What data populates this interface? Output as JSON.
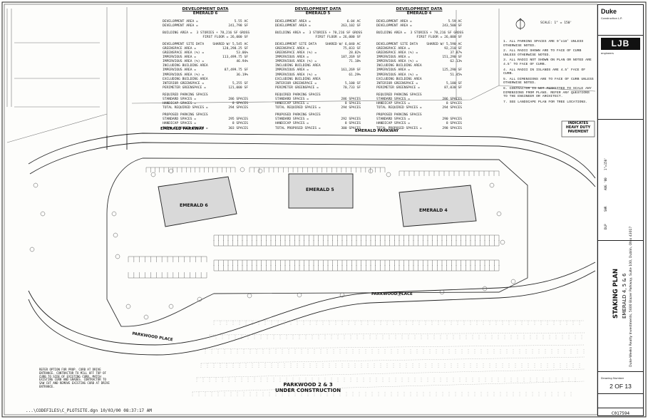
{
  "development_data": [
    {
      "title": "DEVELOPMENT DATA",
      "building": "EMERALD 6",
      "lines": [
        [
          "DEVELOPMENT AREA =",
          "5.55 AC"
        ],
        [
          "DEVELOPMENT AREA =",
          "241,798 SF"
        ],
        [
          "",
          ""
        ],
        [
          "BUILDING AREA =",
          "3 STORIES + 78,216 SF GROSS"
        ],
        [
          "",
          "FIRST FLOOR = 26,000 SF"
        ],
        [
          "",
          ""
        ],
        [
          "DEVELOPMENT SITE DATA",
          "SHARED W/ 5,545 AC"
        ],
        [
          "GREENSPACE AREA =",
          "128,298.25 SF"
        ],
        [
          "GREENSPACE AREA (%) =",
          "53.06%"
        ],
        [
          "IMPERVIOUS AREA =",
          "113,499.75 SF"
        ],
        [
          "IMPERVIOUS AREA (%) =",
          "46.94%"
        ],
        [
          "  INCLUDING BUILDING AREA",
          ""
        ],
        [
          "IMPERVIOUS AREA =",
          "87,499.75 SF"
        ],
        [
          "IMPERVIOUS AREA (%) =",
          "36.19%"
        ],
        [
          "  EXCLUDING BUILDING AREA",
          ""
        ],
        [
          "INTERIOR GREENSPACE =",
          "5,255 SF"
        ],
        [
          "PERIMETER GREENSPACE =",
          "121,000 SF"
        ],
        [
          "",
          ""
        ],
        [
          "REQUIRED PARKING SPACES",
          ""
        ],
        [
          "STANDARD SPACES =",
          "286 SPACES"
        ],
        [
          "HANDICAP SPACES =",
          "8 SPACES"
        ],
        [
          "TOTAL REQUIRED SPACES =",
          "294 SPACES"
        ],
        [
          "",
          ""
        ],
        [
          "PROPOSED PARKING SPACES",
          ""
        ],
        [
          "STANDARD SPACES =",
          "295 SPACES"
        ],
        [
          "HANDICAP SPACES =",
          "8 SPACES"
        ],
        [
          "TOTAL PROPOSED SPACES =",
          "303 SPACES"
        ]
      ]
    },
    {
      "title": "DEVELOPMENT DATA",
      "building": "EMERALD 5",
      "lines": [
        [
          "DEVELOPMENT AREA =",
          "6.04 AC"
        ],
        [
          "DEVELOPMENT AREA =",
          "263,102 SF"
        ],
        [
          "",
          ""
        ],
        [
          "BUILDING AREA =",
          "3 STORIES + 78,216 SF GROSS"
        ],
        [
          "",
          "FIRST FLOOR = 26,000 SF"
        ],
        [
          "",
          ""
        ],
        [
          "DEVELOPMENT SITE DATA",
          "SHARED W/ 6,040 AC"
        ],
        [
          "GREENSPACE AREA =",
          "75,833 SF"
        ],
        [
          "GREENSPACE AREA (%) =",
          "28.82%"
        ],
        [
          "IMPERVIOUS AREA =",
          "187,269 SF"
        ],
        [
          "IMPERVIOUS AREA (%) =",
          "71.18%"
        ],
        [
          "  INCLUDING BUILDING AREA",
          ""
        ],
        [
          "IMPERVIOUS AREA =",
          "161,269 SF"
        ],
        [
          "IMPERVIOUS AREA (%) =",
          "61.29%"
        ],
        [
          "  EXCLUDING BUILDING AREA",
          ""
        ],
        [
          "INTERIOR GREENSPACE =",
          "5,100 SF"
        ],
        [
          "PERIMETER GREENSPACE =",
          "70,733 SF"
        ],
        [
          "",
          ""
        ],
        [
          "REQUIRED PARKING SPACES",
          ""
        ],
        [
          "STANDARD SPACES =",
          "286 SPACES"
        ],
        [
          "HANDICAP SPACES =",
          "8 SPACES"
        ],
        [
          "TOTAL REQUIRED SPACES =",
          "294 SPACES"
        ],
        [
          "",
          ""
        ],
        [
          "PROPOSED PARKING SPACES",
          ""
        ],
        [
          "STANDARD SPACES =",
          "292 SPACES"
        ],
        [
          "HANDICAP SPACES =",
          "8 SPACES"
        ],
        [
          "TOTAL PROPOSED SPACES =",
          "300 SPACES"
        ]
      ]
    },
    {
      "title": "DEVELOPMENT DATA",
      "building": "EMERALD 4",
      "lines": [
        [
          "DEVELOPMENT AREA =",
          "5.59 AC"
        ],
        [
          "DEVELOPMENT AREA =",
          "243,500 SF"
        ],
        [
          "",
          ""
        ],
        [
          "BUILDING AREA =",
          "3 STORIES + 78,216 SF GROSS"
        ],
        [
          "",
          "FIRST FLOOR = 26,000 SF"
        ],
        [
          "",
          ""
        ],
        [
          "DEVELOPMENT SITE DATA",
          "SHARED W/ 5,590 AC"
        ],
        [
          "GREENSPACE AREA =",
          "92,210 SF"
        ],
        [
          "GREENSPACE AREA (%) =",
          "37.87%"
        ],
        [
          "IMPERVIOUS AREA =",
          "151,290 SF"
        ],
        [
          "IMPERVIOUS AREA (%) =",
          "62.13%"
        ],
        [
          "  INCLUDING BUILDING AREA",
          ""
        ],
        [
          "IMPERVIOUS AREA =",
          "125,290 SF"
        ],
        [
          "IMPERVIOUS AREA (%) =",
          "51.45%"
        ],
        [
          "  EXCLUDING BUILDING AREA",
          ""
        ],
        [
          "INTERIOR GREENSPACE =",
          "5,180 SF"
        ],
        [
          "PERIMETER GREENSPACE =",
          "87,030 SF"
        ],
        [
          "",
          ""
        ],
        [
          "REQUIRED PARKING SPACES",
          ""
        ],
        [
          "STANDARD SPACES =",
          "286 SPACES"
        ],
        [
          "HANDICAP SPACES =",
          "8 SPACES"
        ],
        [
          "TOTAL REQUIRED SPACES =",
          "294 SPACES"
        ],
        [
          "",
          ""
        ],
        [
          "PROPOSED PARKING SPACES",
          ""
        ],
        [
          "STANDARD SPACES =",
          "290 SPACES"
        ],
        [
          "HANDICAP SPACES =",
          "8 SPACES"
        ],
        [
          "TOTAL PROPOSED SPACES =",
          "298 SPACES"
        ]
      ]
    }
  ],
  "scale": "SCALE: 1\" = 150'",
  "notes": [
    "1. ALL PARKING SPACES ARE 9'x18' UNLESS OTHERWISE NOTED.",
    "2. ALL RADII SHOWN ARE TO FACE OF CURB UNLESS OTHERWISE NOTED.",
    "3. ALL RADII NOT SHOWN ON PLAN OR NOTED ARE 4.5' TO FACE OF CURB.",
    "4. ALL RADII IN ISLANDS ARE 4.5' FACE OF CURB.",
    "5. ALL DIMENSIONS ARE TO FACE OF CURB UNLESS OTHERWISE NOTED.",
    "6. CONTRACTOR IS NOT PERMITTED TO SCALE ANY DIMENSIONS FROM PLANS. REFER ANY QUESTIONS TO THE ENGINEER OR ARCHITECT.",
    "7. SEE LANDSCAPE PLAN FOR TREE LOCATIONS."
  ],
  "legend_heavy": "INDICATES HEAVY DUTY PAVEMENT",
  "labels": {
    "parkway_1": "EMERALD PARKWAY",
    "parkway_2": "EMERALD PARKWAY",
    "parkwood_place_1": "PARKWOOD PLACE",
    "parkwood_place_2": "PARKWOOD PLACE",
    "emerald_6": "EMERALD 6",
    "emerald_5": "EMERALD 5",
    "emerald_4": "EMERALD 4",
    "under_1": "PARKWOOD 2 & 3",
    "under_2": "UNDER CONSTRUCTION"
  },
  "left_note": "REFER OPTION FOR PROP. CURB AT DRIVE ENTRANCE. CONTRACTOR TO MILL OFF TOP OF CURB TO SIDE OF EXISTING CURB, MATCH EXISTING CURB AND GRADES. CONTRACTOR TO SAW CUT AND REMOVE EXISTING CURB AT DRIVE ENTRANCE.",
  "footer": "...\\CODEFILES\\C_PLOTSITE.dgn   10/03/00 08:37:17 AM",
  "title_block": {
    "duke": "Duke",
    "duke_sub": "Construction L.P.",
    "ljb": "LJB",
    "ljb_sub": "engineers",
    "client": "Duke-Weeks Realty Investments, 5600 Blazer Parkway, Suite 100, Dublin, Ohio 43017",
    "project": "EMERALD 4, 5 & 6",
    "sheet_title": "STAKING PLAN",
    "sheet_label": "Drawing Number",
    "sheet": "2 OF 13",
    "code": "C017594",
    "date": "AUG '00",
    "drawn": "SHR",
    "checked": "DLP",
    "scale": "1\"=150'"
  }
}
